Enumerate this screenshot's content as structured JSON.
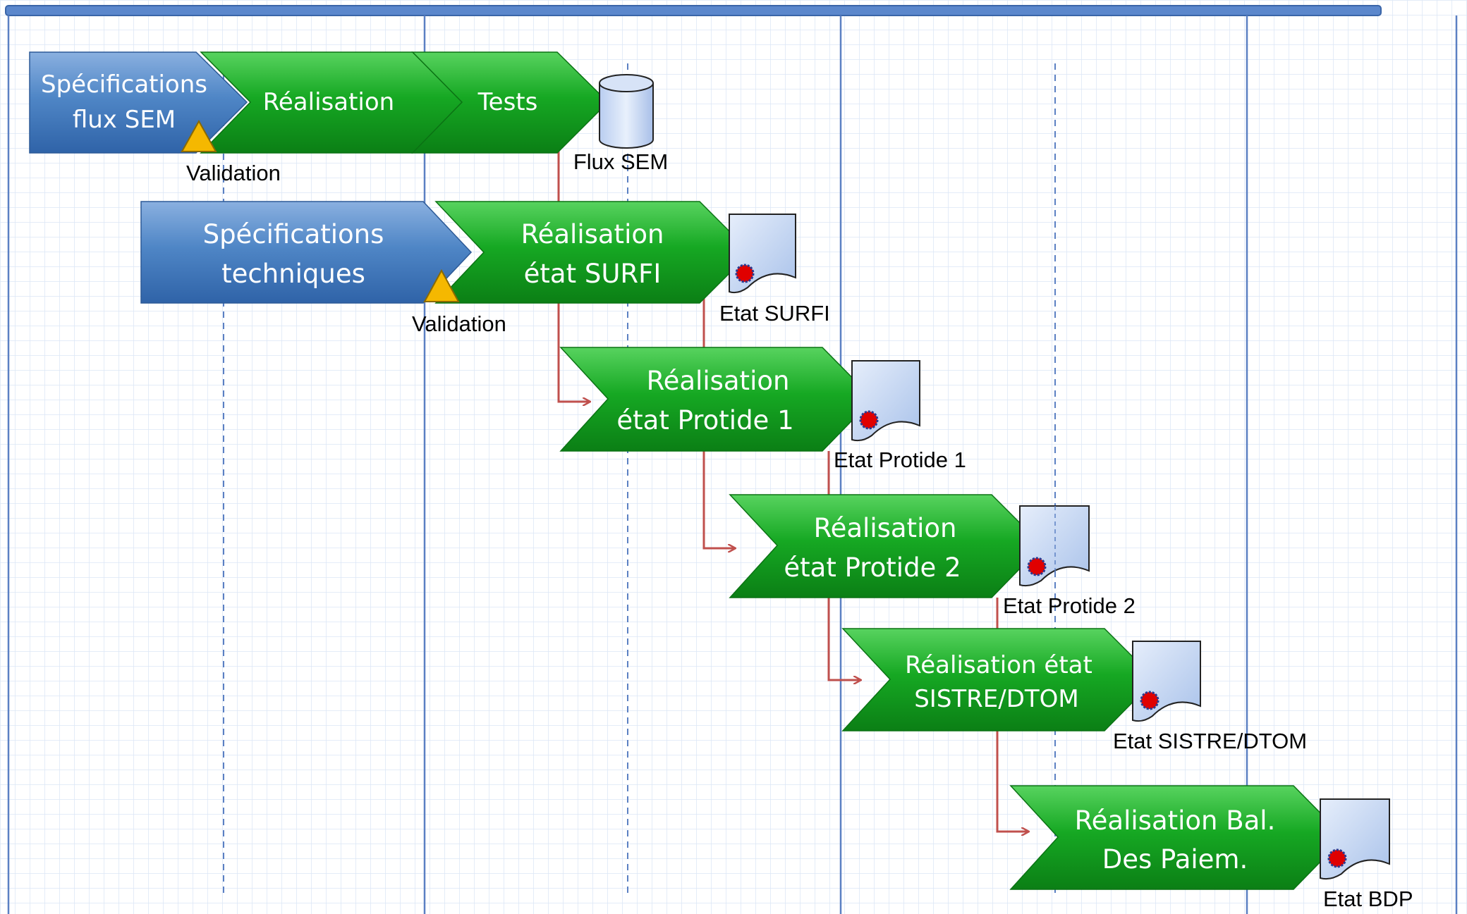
{
  "colors": {
    "blue_chevron": "#4a80c0",
    "green_chevron": "#12a21e",
    "connector": "#c0504d",
    "lane_line": "#5b80c3",
    "grid": "#dce6f5",
    "milestone": "#f5b800",
    "doc_fill": "#b8cdef",
    "seal": "#e00000"
  },
  "row1": {
    "spec_line1": "Spécifications",
    "spec_line2": "flux SEM",
    "realisation": "Réalisation",
    "tests": "Tests",
    "db_label": "Flux SEM",
    "milestone_label": "Validation"
  },
  "row2": {
    "spec_line1": "Spécifications",
    "spec_line2": "techniques",
    "real_line1": "Réalisation",
    "real_line2": "état SURFI",
    "doc_label": "Etat SURFI",
    "milestone_label": "Validation"
  },
  "row3": {
    "line1": "Réalisation",
    "line2": "état Protide  1",
    "doc_label": "Etat Protide 1"
  },
  "row4": {
    "line1": "Réalisation",
    "line2": "état Protide  2",
    "doc_label": "Etat Protide 2"
  },
  "row5": {
    "line1": "Réalisation état",
    "line2": "SISTRE/DTOM",
    "doc_label": "Etat SISTRE/DTOM"
  },
  "row6": {
    "line1": "Réalisation Bal.",
    "line2": "Des Paiem.",
    "doc_label": "Etat BDP"
  }
}
